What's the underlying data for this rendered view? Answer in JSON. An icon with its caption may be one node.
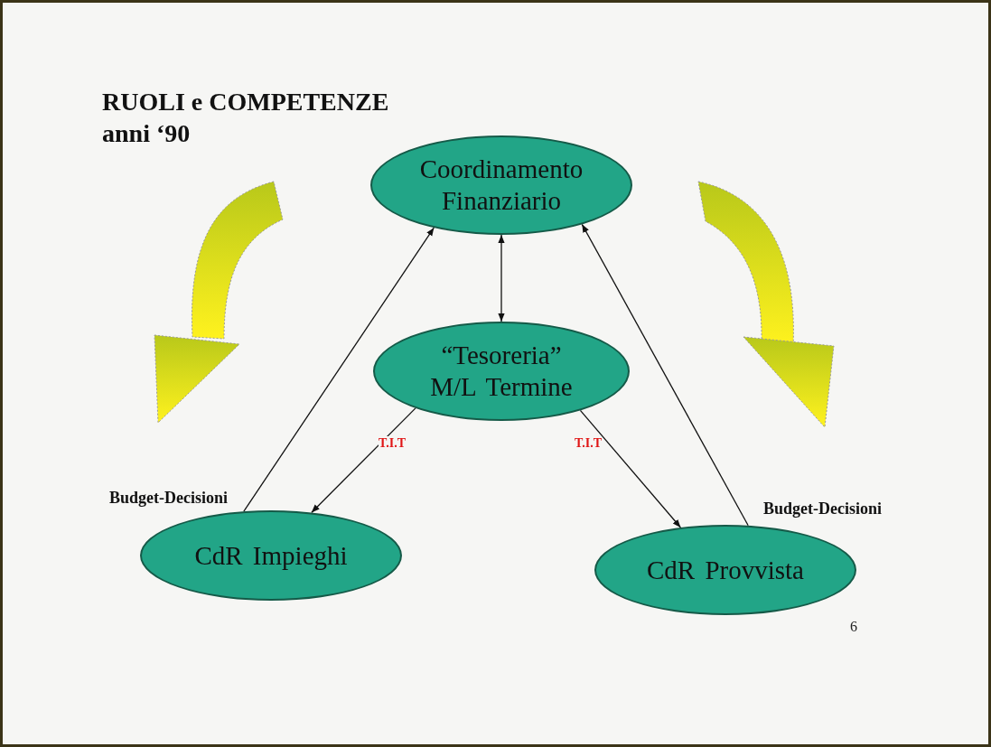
{
  "diagram": {
    "title": "RUOLI e COMPETENZE anni ‘90",
    "nodes": [
      {
        "text": [
          "Coordinamento Finanziario"
        ]
      },
      {
        "text": [
          "“Tesoreria” M/L Termine"
        ]
      },
      {
        "text": [
          "CdR Impieghi"
        ]
      },
      {
        "text": [
          "CdR Provvista"
        ]
      }
    ],
    "edges": [
      {
        "from": 1,
        "to": 0,
        "arrow": "both"
      },
      {
        "from": 1,
        "to": 2,
        "arrow": "to",
        "label": "T.I.T"
      },
      {
        "from": 1,
        "to": 3,
        "arrow": "to",
        "label": "T.I.T"
      },
      {
        "from": 2,
        "to": 0,
        "arrow": "to",
        "label": "Budget-Decisioni"
      },
      {
        "from": 3,
        "to": 0,
        "arrow": "to",
        "label": "Budget-Decisioni"
      }
    ],
    "labels": [
      "6"
    ]
  }
}
